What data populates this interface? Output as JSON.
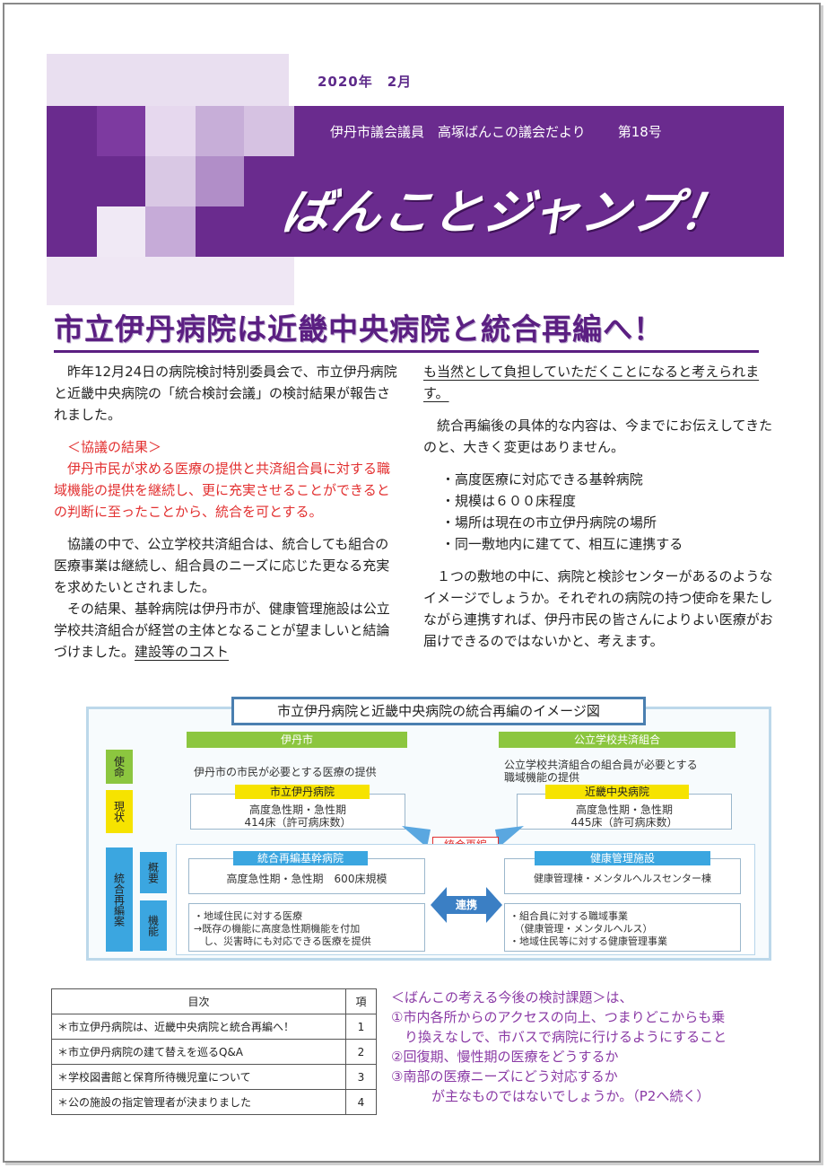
{
  "header": {
    "date": "2020年　2月",
    "subtitle": "伊丹市議会議員　高塚ばんこの議会だより",
    "issue_no": "第18号",
    "logo": "ばんことジャンプ！"
  },
  "headline": "市立伊丹病院は近畿中央病院と統合再編へ！",
  "left_column": {
    "intro": "　昨年12月24日の病院検討特別委員会で、市立伊丹病院と近畿中央病院の「統合検討会議」の検討結果が報告されました。",
    "result_heading": "　＜協議の結果＞",
    "result_body": "　伊丹市民が求める医療の提供と共済組合員に対する職域機能の提供を継続し、更に充実させることができるとの判断に至ったことから、統合を可とする。",
    "p2": "　協議の中で、公立学校共済組合は、統合しても組合の医療事業は継続し、組合員のニーズに応じた更なる充実を求めたいとされました。",
    "p3_a": "　その結果、基幹病院は伊丹市が、健康管理施設は公立学校共済組合が経営の主体となることが望ましいと結論づけました。",
    "p3_b": "建設等のコスト"
  },
  "right_column": {
    "cont": "も当然として負担していただくことになると考えられます。",
    "p1": "　統合再編後の具体的な内容は、今までにお伝えしてきたのと、大きく変更はありません。",
    "bullets": [
      "・高度医療に対応できる基幹病院",
      "・規模は６００床程度",
      "・場所は現在の市立伊丹病院の場所",
      "・同一敷地内に建てて、相互に連携する"
    ],
    "p2": "　１つの敷地の中に、病院と検診センターがあるのようなイメージでしょうか。それぞれの病院の持つ使命を果たしながら連携すれば、伊丹市民の皆さんによりよい医療がお届けできるのではないかと、考えます。"
  },
  "diagram": {
    "title": "市立伊丹病院と近畿中央病院の統合再編のイメージ図",
    "left_org": "伊丹市",
    "right_org": "公立学校共済組合",
    "row_mission": "使命",
    "row_current": "現状",
    "row_plan": "統合再編案",
    "row_summary": "概要",
    "row_function": "機能",
    "left_mission": "伊丹市の市民が必要とする医療の提供",
    "right_mission_1": "公立学校共済組合の組合員が必要とする",
    "right_mission_2": "職域機能の提供",
    "left_hospital": "市立伊丹病院",
    "left_hospital_l1": "高度急性期・急性期",
    "left_hospital_l2": "414床（許可病床数）",
    "right_hospital": "近畿中央病院",
    "right_hospital_l1": "高度急性期・急性期",
    "right_hospital_l2": "445床（許可病床数）",
    "merge_label": "統合再編",
    "core_hospital": "統合再編基幹病院",
    "core_summary": "高度急性期・急性期　600床規模",
    "health_facility": "健康管理施設",
    "health_summary": "健康管理棟・メンタルヘルスセンター棟",
    "link_label": "連携",
    "core_func_1": "・地域住民に対する医療",
    "core_func_2": "→既存の機能に高度急性期機能を付加",
    "core_func_3": "　し、災害時にも対応できる医療を提供",
    "health_func_1": "・組合員に対する職域事業",
    "health_func_2": "　（健康管理・メンタルヘルス）",
    "health_func_3": "・地域住民等に対する健康管理事業"
  },
  "toc": {
    "header_title": "目次",
    "header_page": "項",
    "rows": [
      {
        "title": "＊市立伊丹病院は、近畿中央病院と統合再編へ！",
        "page": "1"
      },
      {
        "title": "＊市立伊丹病院の建て替えを巡るQ&A",
        "page": "2"
      },
      {
        "title": "＊学校図書館と保育所待機児童について",
        "page": "3"
      },
      {
        "title": "＊公の施設の指定管理者が決まりました",
        "page": "4"
      }
    ]
  },
  "issues": {
    "heading": "＜ばんこの考える今後の検討課題＞は、",
    "i1a": "①市内各所からのアクセスの向上、つまりどこからも乗",
    "i1b": "　り換えなしで、市バスで病院に行けるようにすること",
    "i2": "②回復期、慢性期の医療をどうするか",
    "i3": "③南部の医療ニーズにどう対応するか",
    "closing": "　　　が主なものではないでしょうか。（P2へ続く）"
  },
  "colors": {
    "purple": "#6a2b8e",
    "headline": "#5b1f82",
    "red": "#e23030",
    "green": "#8cc63f",
    "yellow": "#f6e300",
    "blue": "#3ba6e0"
  }
}
